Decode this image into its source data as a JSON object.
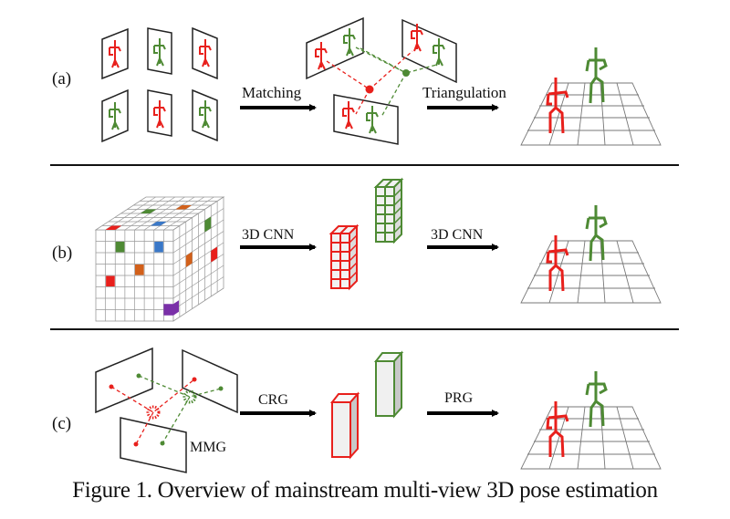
{
  "figure": {
    "caption": "Figure 1. Overview of mainstream multi-view 3D pose estimation",
    "colors": {
      "person_a": "#e8201c",
      "person_b": "#4e8a34",
      "frame": "#222222",
      "grid": "#777777",
      "blue_voxel": "#3a78c8",
      "orange_voxel": "#d2601a",
      "purple_voxel": "#7a30a8",
      "volume_face": "#eeeeee",
      "volume_side": "#c8c8c8"
    },
    "rows": [
      {
        "label": "(a)",
        "steps": [
          "Matching",
          "Triangulation"
        ],
        "description": "2D views matched and triangulated into 3D poses"
      },
      {
        "label": "(b)",
        "steps": [
          "3D CNN",
          "3D CNN"
        ],
        "description": "Voxel volume processed by 3D CNN into per-person volumes"
      },
      {
        "label": "(c)",
        "steps": [
          "CRG",
          "PRG"
        ],
        "annotation": "MMG",
        "description": "Multi-view matching graph, center regression and pose regression graphs"
      }
    ]
  }
}
